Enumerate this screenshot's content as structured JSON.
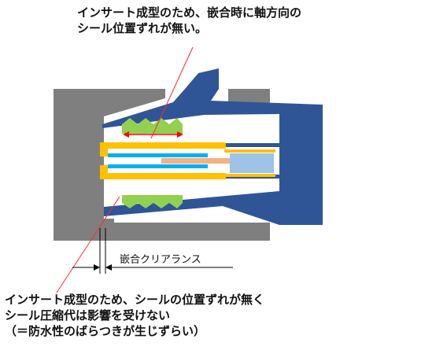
{
  "top_caption": {
    "line1": "インサート成型のため、嵌合時に軸方向の",
    "line2": "シール位置ずれが無い。"
  },
  "dimension_label": "嵌合クリアランス",
  "bottom_caption": {
    "line1": "インサート成型のため、シールの位置ずれが無く",
    "line2": "シール圧縮代は影響を受けない",
    "line3": "（＝防水性のばらつきが生じずらい）"
  },
  "colors": {
    "housing_gray": "#7f7f7f",
    "plug_blue": "#2f5597",
    "seal_green": "#92d050",
    "terminal_yellow": "#ffc000",
    "insulator_cyan": "#00b0f0",
    "contact_lightblue": "#9dc3e6",
    "contact_peach": "#f4b183",
    "arrow_red": "#ff0000",
    "leader_red": "#ff2a2a"
  }
}
